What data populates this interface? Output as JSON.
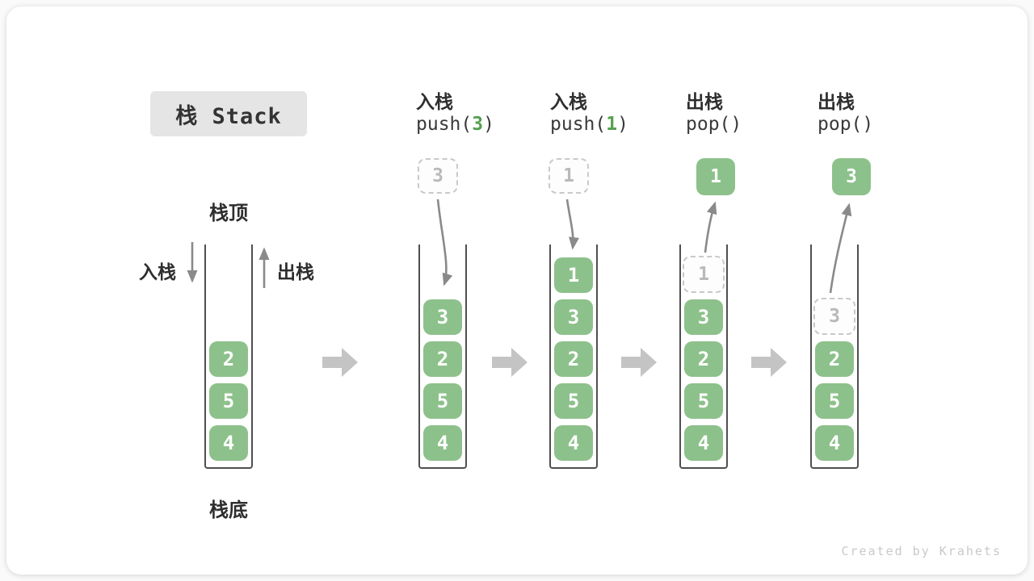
{
  "title": "栈 Stack",
  "labels": {
    "stack_top": "栈顶",
    "stack_bottom": "栈底",
    "push_in": "入栈",
    "pop_out": "出栈"
  },
  "footer": "Created by Krahets",
  "colors": {
    "block_green": "#8dc18b",
    "code_green": "#55a050",
    "container_border": "#4f4f4f",
    "thin_arrow": "#8a8a8a",
    "block_arrow": "#c4c4c4",
    "title_bg": "#e5e5e5"
  },
  "states": [
    {
      "blocks": [
        "2",
        "5",
        "4"
      ]
    },
    {
      "op": "入栈",
      "code_pre": "push(",
      "code_arg": "3",
      "code_post": ")",
      "float_value": "3",
      "blocks": [
        "3",
        "2",
        "5",
        "4"
      ]
    },
    {
      "op": "入栈",
      "code_pre": "push(",
      "code_arg": "1",
      "code_post": ")",
      "float_value": "1",
      "blocks": [
        "1",
        "3",
        "2",
        "5",
        "4"
      ]
    },
    {
      "op": "出栈",
      "code_pre": "pop()",
      "code_arg": "",
      "code_post": "",
      "float_value": "1",
      "ghost_value": "1",
      "blocks": [
        "3",
        "2",
        "5",
        "4"
      ]
    },
    {
      "op": "出栈",
      "code_pre": "pop()",
      "code_arg": "",
      "code_post": "",
      "float_value": "3",
      "ghost_value": "3",
      "blocks": [
        "2",
        "5",
        "4"
      ]
    }
  ]
}
